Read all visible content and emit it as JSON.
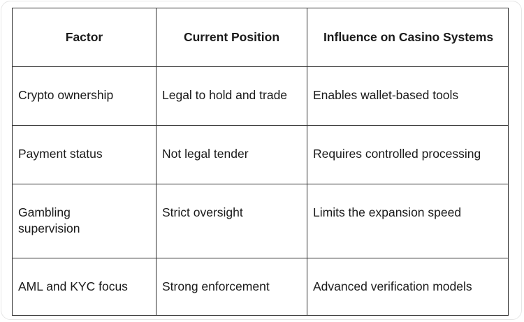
{
  "table": {
    "headers": [
      "Factor",
      "Current Position",
      "Influence on Casino Systems"
    ],
    "rows": [
      [
        "Crypto ownership",
        "Legal to hold and trade",
        "Enables wallet-based tools"
      ],
      [
        "Payment status",
        "Not legal tender",
        "Requires controlled processing"
      ],
      [
        "Gambling supervision",
        "Strict oversight",
        "Limits the expansion speed"
      ],
      [
        "AML and KYC focus",
        "Strong enforcement",
        "Advanced verification models"
      ]
    ]
  }
}
